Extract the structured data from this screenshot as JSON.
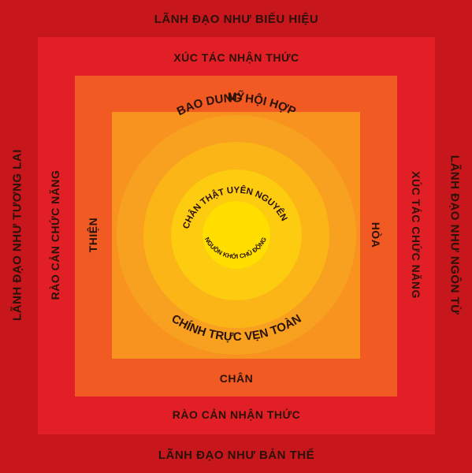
{
  "colors": {
    "outer": "#c8161d",
    "band2": "#e21f26",
    "band3": "#f15a22",
    "band4": "#f7931e",
    "circle1": "#f8a01f",
    "circle2": "#fbb516",
    "circle3": "#fdcb0f",
    "core": "#ffde00"
  },
  "outer": {
    "top": "LÃNH ĐẠO NHƯ BIỂU HIỆU",
    "bottom": "LÃNH ĐẠO  NHƯ BẢN THỂ",
    "left": "LÃNH ĐẠO NHƯ TƯƠNG LAI",
    "right": "LÃNH ĐẠO NHƯ NGÔN TỪ"
  },
  "second": {
    "top": "XÚC TÁC NHẬN THỨC",
    "bottom": "RÀO CẢN NHẬN THỨC",
    "left": "RÀO CẢN CHỨC NĂNG",
    "right": "XÚC TÁC CHỨC NĂNG"
  },
  "third": {
    "top": "MỸ",
    "bottom": "CHÂN",
    "left": "THIỆN",
    "right": "HÒA"
  },
  "circles": {
    "outer_top": "BAO DUNG HỘI HỢP",
    "outer_bottom": "CHÍNH TRỰC VẸN TOÀN",
    "inner_top": "CHÂN THẬT UYÊN NGUYÊN",
    "core": "NGUỒN KHỞI CHỦ ĐỘNG"
  }
}
